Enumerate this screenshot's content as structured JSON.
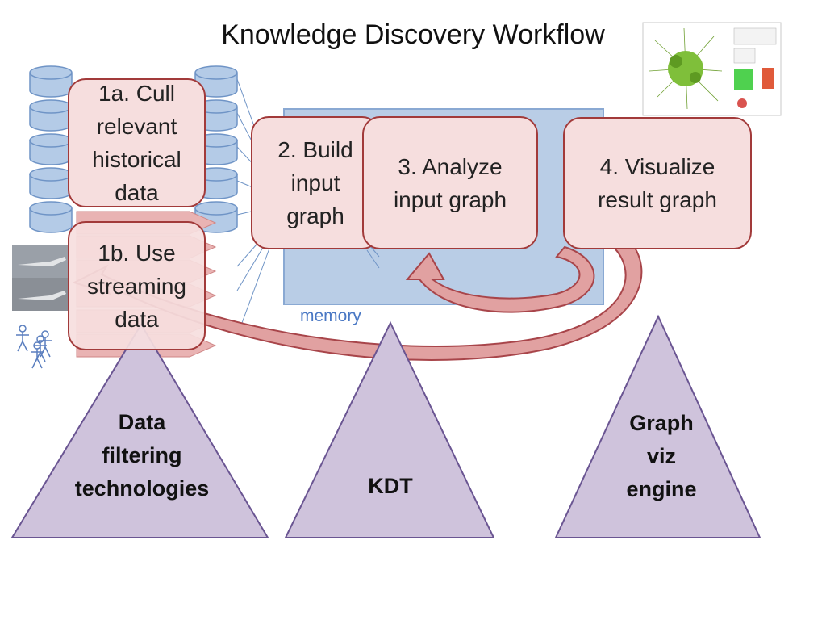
{
  "title": "Knowledge Discovery Workflow",
  "steps": {
    "cull": "1a. Cull\nrelevant\nhistorical\ndata",
    "stream": "1b. Use\nstreaming\ndata",
    "build": "2. Build\ninput\ngraph",
    "analyze": "3. Analyze\ninput graph",
    "visualize": "4. Visualize\nresult graph"
  },
  "memory_label": "memory",
  "technologies": {
    "filtering": "Data\nfiltering\ntechnologies",
    "kdt": "KDT",
    "viz": "Graph\nviz\nengine"
  },
  "colors": {
    "box_fill": "#f6dede",
    "box_border": "#a23a3a",
    "triangle_fill": "#cfc3dc",
    "triangle_border": "#6a5592",
    "memory_fill": "#b9cde6",
    "memory_border": "#8aa9d3",
    "cylinder_fill": "#b4cbe7",
    "arrow_fill": "#e1a1a1"
  }
}
